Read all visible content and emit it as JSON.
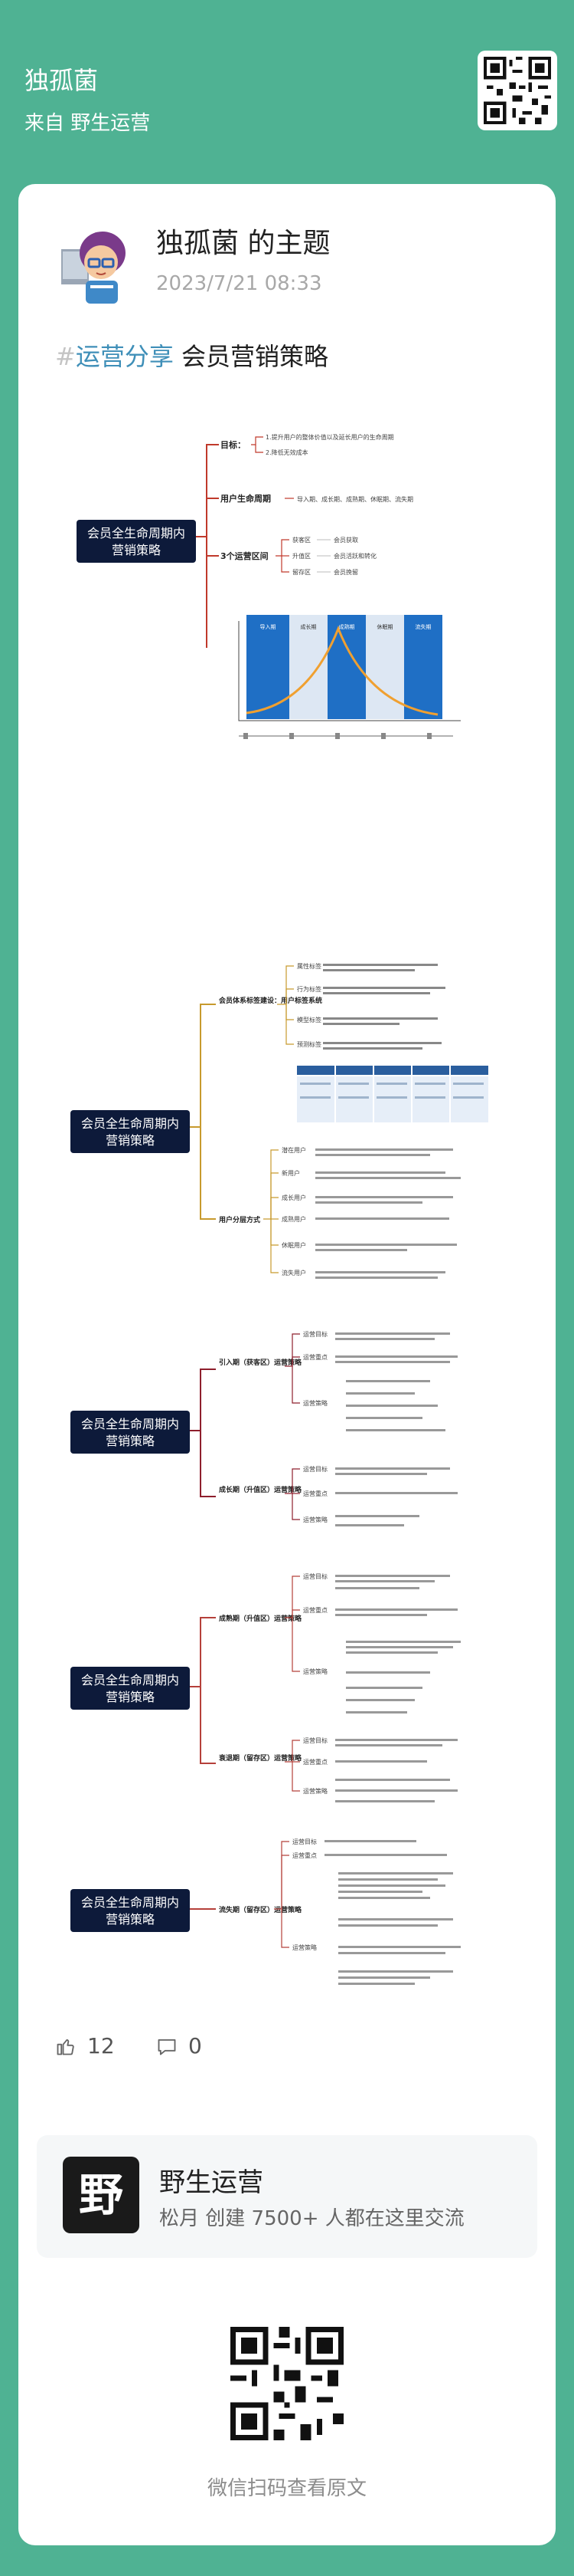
{
  "header": {
    "title": "独孤菌",
    "source": "来自 野生运营"
  },
  "post": {
    "author": "独孤菌 的主题",
    "date": "2023/7/21 08:33",
    "hash": "#",
    "tag": "运营分享",
    "title": "会员营销策略"
  },
  "mindmaps": [
    {
      "center": "会员全生命周期内营销策略",
      "branches": [
        "目标：",
        "用户生命周期",
        "3个运营区间"
      ],
      "goal_items": [
        "1.提升用户的整体价值以及延长用户的生命周期",
        "2.降低无效成本"
      ],
      "lifecycle_items": "导入期、成长期、成熟期、休眠期、流失期",
      "zones": [
        "获客区",
        "升值区",
        "留存区"
      ],
      "zone_notes": [
        "会员获取",
        "会员活跃和转化",
        "会员挽留"
      ],
      "stages": [
        "导入期",
        "成长期",
        "成熟期",
        "休眠期",
        "流失期"
      ]
    },
    {
      "center": "会员全生命周期内营销策略",
      "branches": [
        "会员体系标签建设：用户标签系统",
        "用户分层方式"
      ],
      "tag_items": [
        "属性标签",
        "行为标签",
        "模型标签",
        "预测标签"
      ],
      "layer_items": [
        "潜在用户",
        "新用户",
        "成长用户",
        "成熟用户",
        "休眠用户",
        "流失用户"
      ]
    },
    {
      "center": "会员全生命周期内营销策略",
      "branches": [
        "引入期（获客区）运营策略",
        "成长期（升值区）运营策略"
      ],
      "intro_items": [
        "运营目标",
        "运营重点",
        "运营策略"
      ],
      "growth_items": [
        "运营目标",
        "运营重点",
        "运营策略"
      ]
    },
    {
      "center": "会员全生命周期内营销策略",
      "branches": [
        "成熟期（升值区）运营策略",
        "衰退期（留存区）运营策略"
      ],
      "mature_items": [
        "运营目标",
        "运营重点",
        "运营策略"
      ],
      "decline_items": [
        "运营目标",
        "运营重点",
        "运营策略"
      ]
    },
    {
      "center": "会员全生命周期内营销策略",
      "branches": [
        "流失期（留存区）运营策略"
      ],
      "churn_items": [
        "运营目标",
        "运营重点",
        "运营策略"
      ]
    }
  ],
  "reactions": {
    "likes": "12",
    "comments": "0"
  },
  "group": {
    "logo": "野",
    "name": "野生运营",
    "meta": "松月 创建 7500+ 人都在这里交流"
  },
  "footer": {
    "scan_text": "微信扫码查看原文"
  },
  "colors": {
    "background": "#4fb293",
    "mindmap_center": "#0d1a3a",
    "branch": "#c0392b"
  }
}
